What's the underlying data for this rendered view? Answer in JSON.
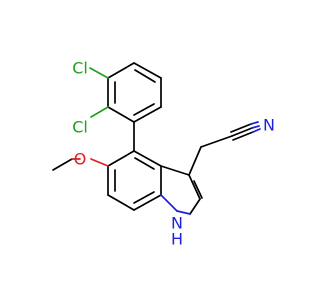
{
  "molecule": {
    "atoms": {
      "cl_top": "Cl",
      "cl_left": "Cl",
      "o_methoxy": "O",
      "n_nitrile": "N",
      "nh_indole_n": "N",
      "nh_indole_h": "H"
    },
    "colors": {
      "carbon": "#000000",
      "chlorine": "#1fa11f",
      "oxygen": "#e01f1f",
      "nitrogen": "#1f1fe0"
    }
  }
}
